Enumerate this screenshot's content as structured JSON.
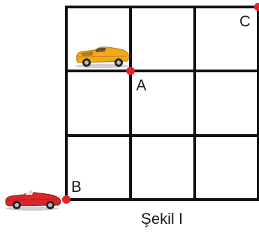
{
  "figure": {
    "caption": "Şekil I",
    "grid": {
      "rows": 3,
      "cols": 3
    },
    "points": [
      {
        "id": "A",
        "label": "A",
        "color": "#e8202a"
      },
      {
        "id": "B",
        "label": "B",
        "color": "#e8202a"
      },
      {
        "id": "C",
        "label": "C",
        "color": "#e8202a"
      }
    ],
    "cars": [
      {
        "name": "yellow-convertible",
        "body_color": "#f2a81e"
      },
      {
        "name": "red-convertible",
        "body_color": "#d8262c"
      }
    ]
  }
}
